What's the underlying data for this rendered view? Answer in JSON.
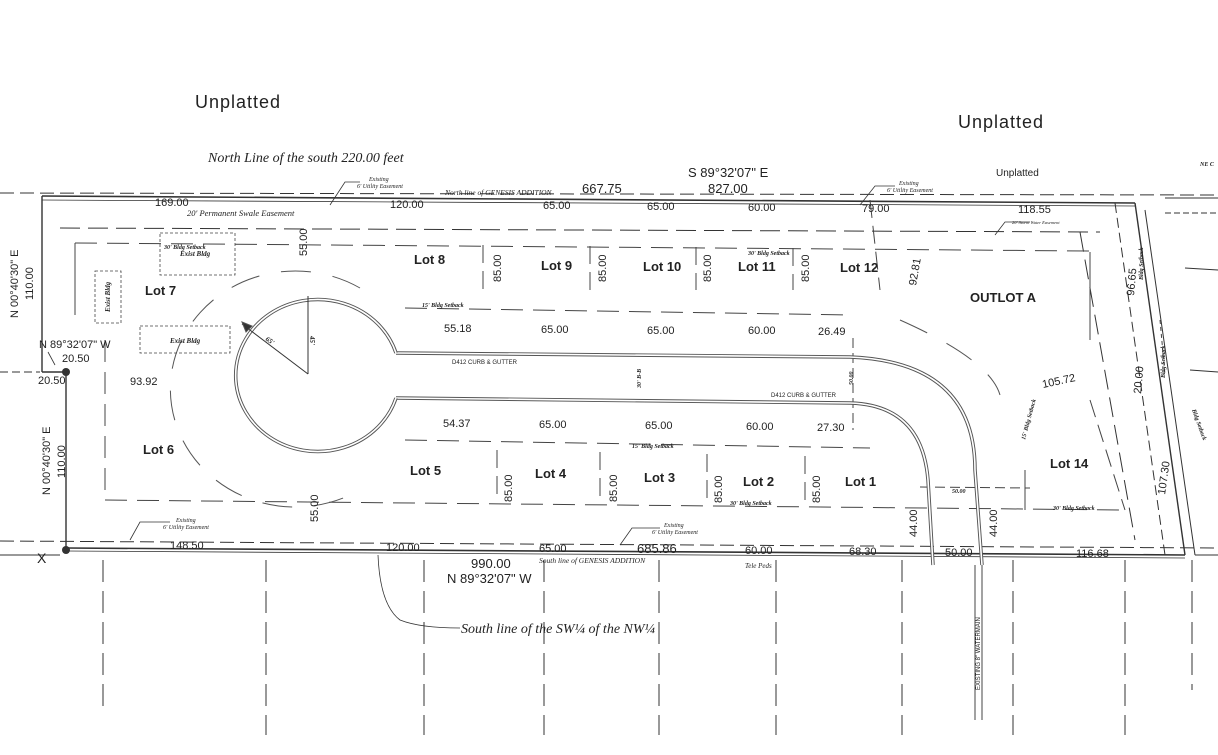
{
  "labels": {
    "unplatted_left": "Unplatted",
    "unplatted_right": "Unplatted",
    "unplatted_small": "Unplatted",
    "north_line": "North Line of the south 220.00 feet",
    "south_line": "South line of the SW¼ of the NW¼",
    "north_genesis": "North line of GENESIS ADDITION",
    "south_genesis": "South line of GENESIS ADDITION",
    "swale_easement": "20' Permanent Swale Easement",
    "utility_easement_line1": "Existing",
    "utility_easement_line2": "6' Utility Easement",
    "storm_easement": "20' Storm Water Easement",
    "curb1": "D412 CURB & GUTTER",
    "curb2": "D412 CURB & GUTTER",
    "row": "30' B-B",
    "tele_peds": "Tele Peds",
    "watermain": "EXISTING 8\" WATERMAIN",
    "exist_bldg": "Exist Bldg",
    "corner_ne": "NE C",
    "marker_x": "X"
  },
  "bearings": {
    "north_top": "S 89°32'07\" E",
    "south_bottom": "N 89°32'07\" W",
    "west_top": "N 00°40'30\" E",
    "west_bottom": "N 00°40'30\" E",
    "jog": "N 89°32'07\" W"
  },
  "dimensions": {
    "north_total_a": "667.75",
    "north_total_b": "827.00",
    "south_total_a": "990.00",
    "south_total_b": "685.86",
    "west_top_len": "110.00",
    "west_bottom_len": "110.00",
    "jog_a": "20.50",
    "jog_b": "20.50",
    "north_segments": [
      "169.00",
      "120.00",
      "65.00",
      "65.00",
      "60.00",
      "79.00",
      "118.55"
    ],
    "south_segments": [
      "148.50",
      "120.00",
      "65.00",
      "60.00",
      "68.30",
      "50.00",
      "116.68"
    ],
    "inner_north": [
      "55.18",
      "65.00",
      "65.00",
      "60.00",
      "26.49"
    ],
    "inner_south": [
      "54.37",
      "65.00",
      "65.00",
      "60.00",
      "27.30"
    ],
    "lot_depths_north": [
      "55.00",
      "85.00",
      "85.00",
      "85.00",
      "85.00",
      "92.81"
    ],
    "lot_depths_south": [
      "55.00",
      "85.00",
      "85.00",
      "85.00",
      "85.00"
    ],
    "lot7_edge": "93.92",
    "outlot_edge": "105.72",
    "east_width_a": "96.65",
    "east_width_b": "20.00",
    "east_width_c": "107.30",
    "road_width_a": "44.00",
    "road_width_b": "44.00",
    "road_dim_a": "50.00",
    "road_dim_b": "50.00",
    "road_dim_c": "50.00",
    "radius_a": "65'",
    "radius_b": "45'"
  },
  "lots": [
    {
      "name": "Lot 1"
    },
    {
      "name": "Lot 2"
    },
    {
      "name": "Lot 3"
    },
    {
      "name": "Lot 4"
    },
    {
      "name": "Lot 5"
    },
    {
      "name": "Lot 6"
    },
    {
      "name": "Lot 7"
    },
    {
      "name": "Lot 8"
    },
    {
      "name": "Lot 9"
    },
    {
      "name": "Lot 10"
    },
    {
      "name": "Lot 11"
    },
    {
      "name": "Lot 12"
    },
    {
      "name": "Lot 14"
    },
    {
      "name": "OUTLOT A"
    }
  ],
  "setbacks": {
    "s30": "30' Bldg Setback",
    "s15": "15' Bldg Setback",
    "bldg_setback": "Bldg Setback"
  }
}
